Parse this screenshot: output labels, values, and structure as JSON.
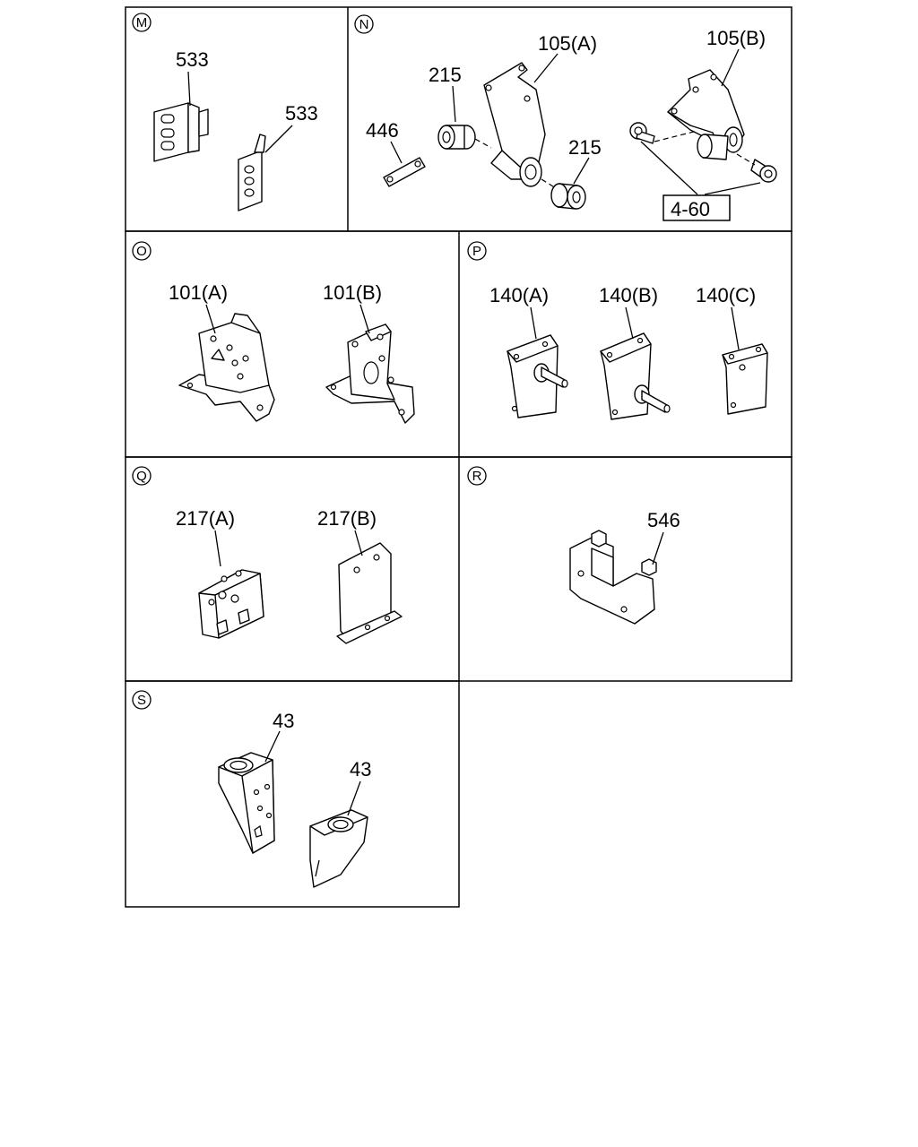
{
  "panels": {
    "M": {
      "letter": "M",
      "labels": [
        "533",
        "533"
      ]
    },
    "N": {
      "letter": "N",
      "labels": [
        "105(A)",
        "105(B)",
        "215",
        "215",
        "446"
      ],
      "boxed_label": "4-60"
    },
    "O": {
      "letter": "O",
      "labels": [
        "101(A)",
        "101(B)"
      ]
    },
    "P": {
      "letter": "P",
      "labels": [
        "140(A)",
        "140(B)",
        "140(C)"
      ]
    },
    "Q": {
      "letter": "Q",
      "labels": [
        "217(A)",
        "217(B)"
      ]
    },
    "R": {
      "letter": "R",
      "labels": [
        "546"
      ]
    },
    "S": {
      "letter": "S",
      "labels": [
        "43",
        "43"
      ]
    }
  }
}
